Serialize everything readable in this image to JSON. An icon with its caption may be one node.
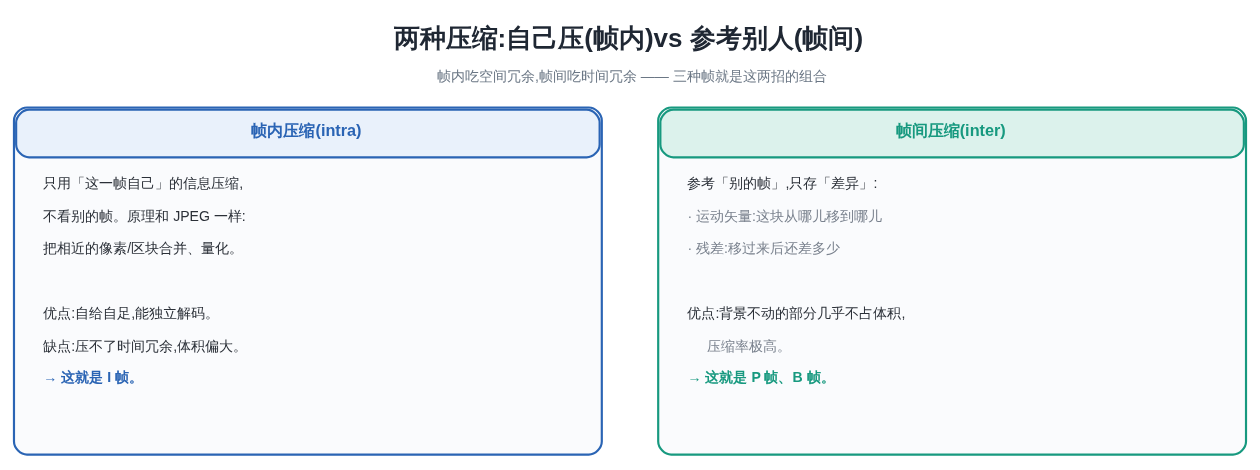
{
  "diagram": {
    "title": "两种压缩:自己压(帧内)vs 参考别人(帧间)",
    "caption": "帧内吃空间冗余,帧间吃时间冗余 —— 三种帧就是这两招的组合",
    "nodes": [
      {
        "text": [
          "帧内压缩(intra)",
          "只用「这一帧自己」的信息压缩,",
          "不看别的帧。原理和 JPEG 一样:",
          "把相近的像素/区块合并、量化。",
          "优点:自给自足,能独立解码。",
          "缺点:压不了时间冗余,体积偏大。",
          "→ 这就是 I 帧。"
        ]
      },
      {
        "text": [
          "帧间压缩(inter)",
          "参考「别的帧」,只存「差异」:",
          "· 运动矢量:这块从哪儿移到哪儿",
          "· 残差:移过来后还差多少",
          "优点:背景不动的部分几乎不占体积,",
          "压缩率极高。",
          "→ 这就是 P 帧、B 帧。"
        ]
      }
    ]
  }
}
